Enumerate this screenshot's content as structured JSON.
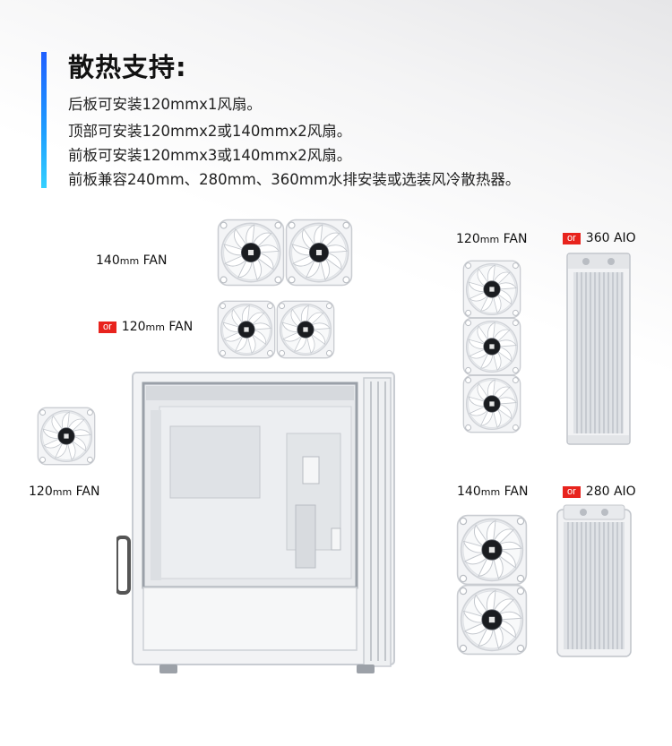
{
  "heading": "散热支持:",
  "specs": [
    "后板可安装120mmx1风扇。",
    "顶部可安装120mmx2或140mmx2风扇。",
    "前板可安装120mmx3或140mmx2风扇。",
    "前板兼容240mm、280mm、360mm水排安装或选装风冷散热器。"
  ],
  "labels": {
    "top_140": {
      "num": "140",
      "unit": "mm",
      "name": "FAN"
    },
    "top_120": {
      "num": "120",
      "unit": "mm",
      "name": "FAN"
    },
    "rear_120": {
      "num": "120",
      "unit": "mm",
      "name": "FAN"
    },
    "front_120": {
      "num": "120",
      "unit": "mm",
      "name": "FAN"
    },
    "front_140": {
      "num": "140",
      "unit": "mm",
      "name": "FAN"
    },
    "aio_360": "360 AIO",
    "aio_280": "280 AIO"
  },
  "or_text": "or",
  "colors": {
    "accent_start": "#1f5fff",
    "accent_end": "#34d0ff",
    "or_badge": "#e8231d"
  },
  "icons": [
    "fan-icon",
    "radiator-icon",
    "pc-case-icon"
  ]
}
